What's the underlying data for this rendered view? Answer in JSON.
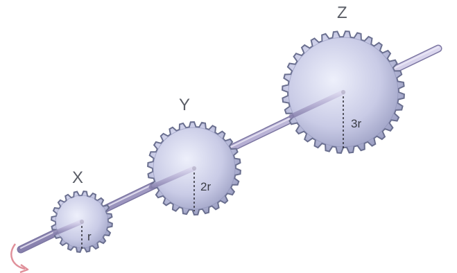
{
  "gears": [
    {
      "id": "x",
      "label": "X",
      "radius_label": "r",
      "radius_multiple": 1
    },
    {
      "id": "y",
      "label": "Y",
      "radius_label": "2r",
      "radius_multiple": 2
    },
    {
      "id": "z",
      "label": "Z",
      "radius_label": "3r",
      "radius_multiple": 3
    }
  ],
  "colors": {
    "gear_fill": "#c9cbe6",
    "gear_stroke": "#6a6f8f",
    "shaft": "#b9b3d4",
    "arrow": "#e0909a"
  },
  "icons": {
    "rotation": "curved-arrow-icon"
  }
}
